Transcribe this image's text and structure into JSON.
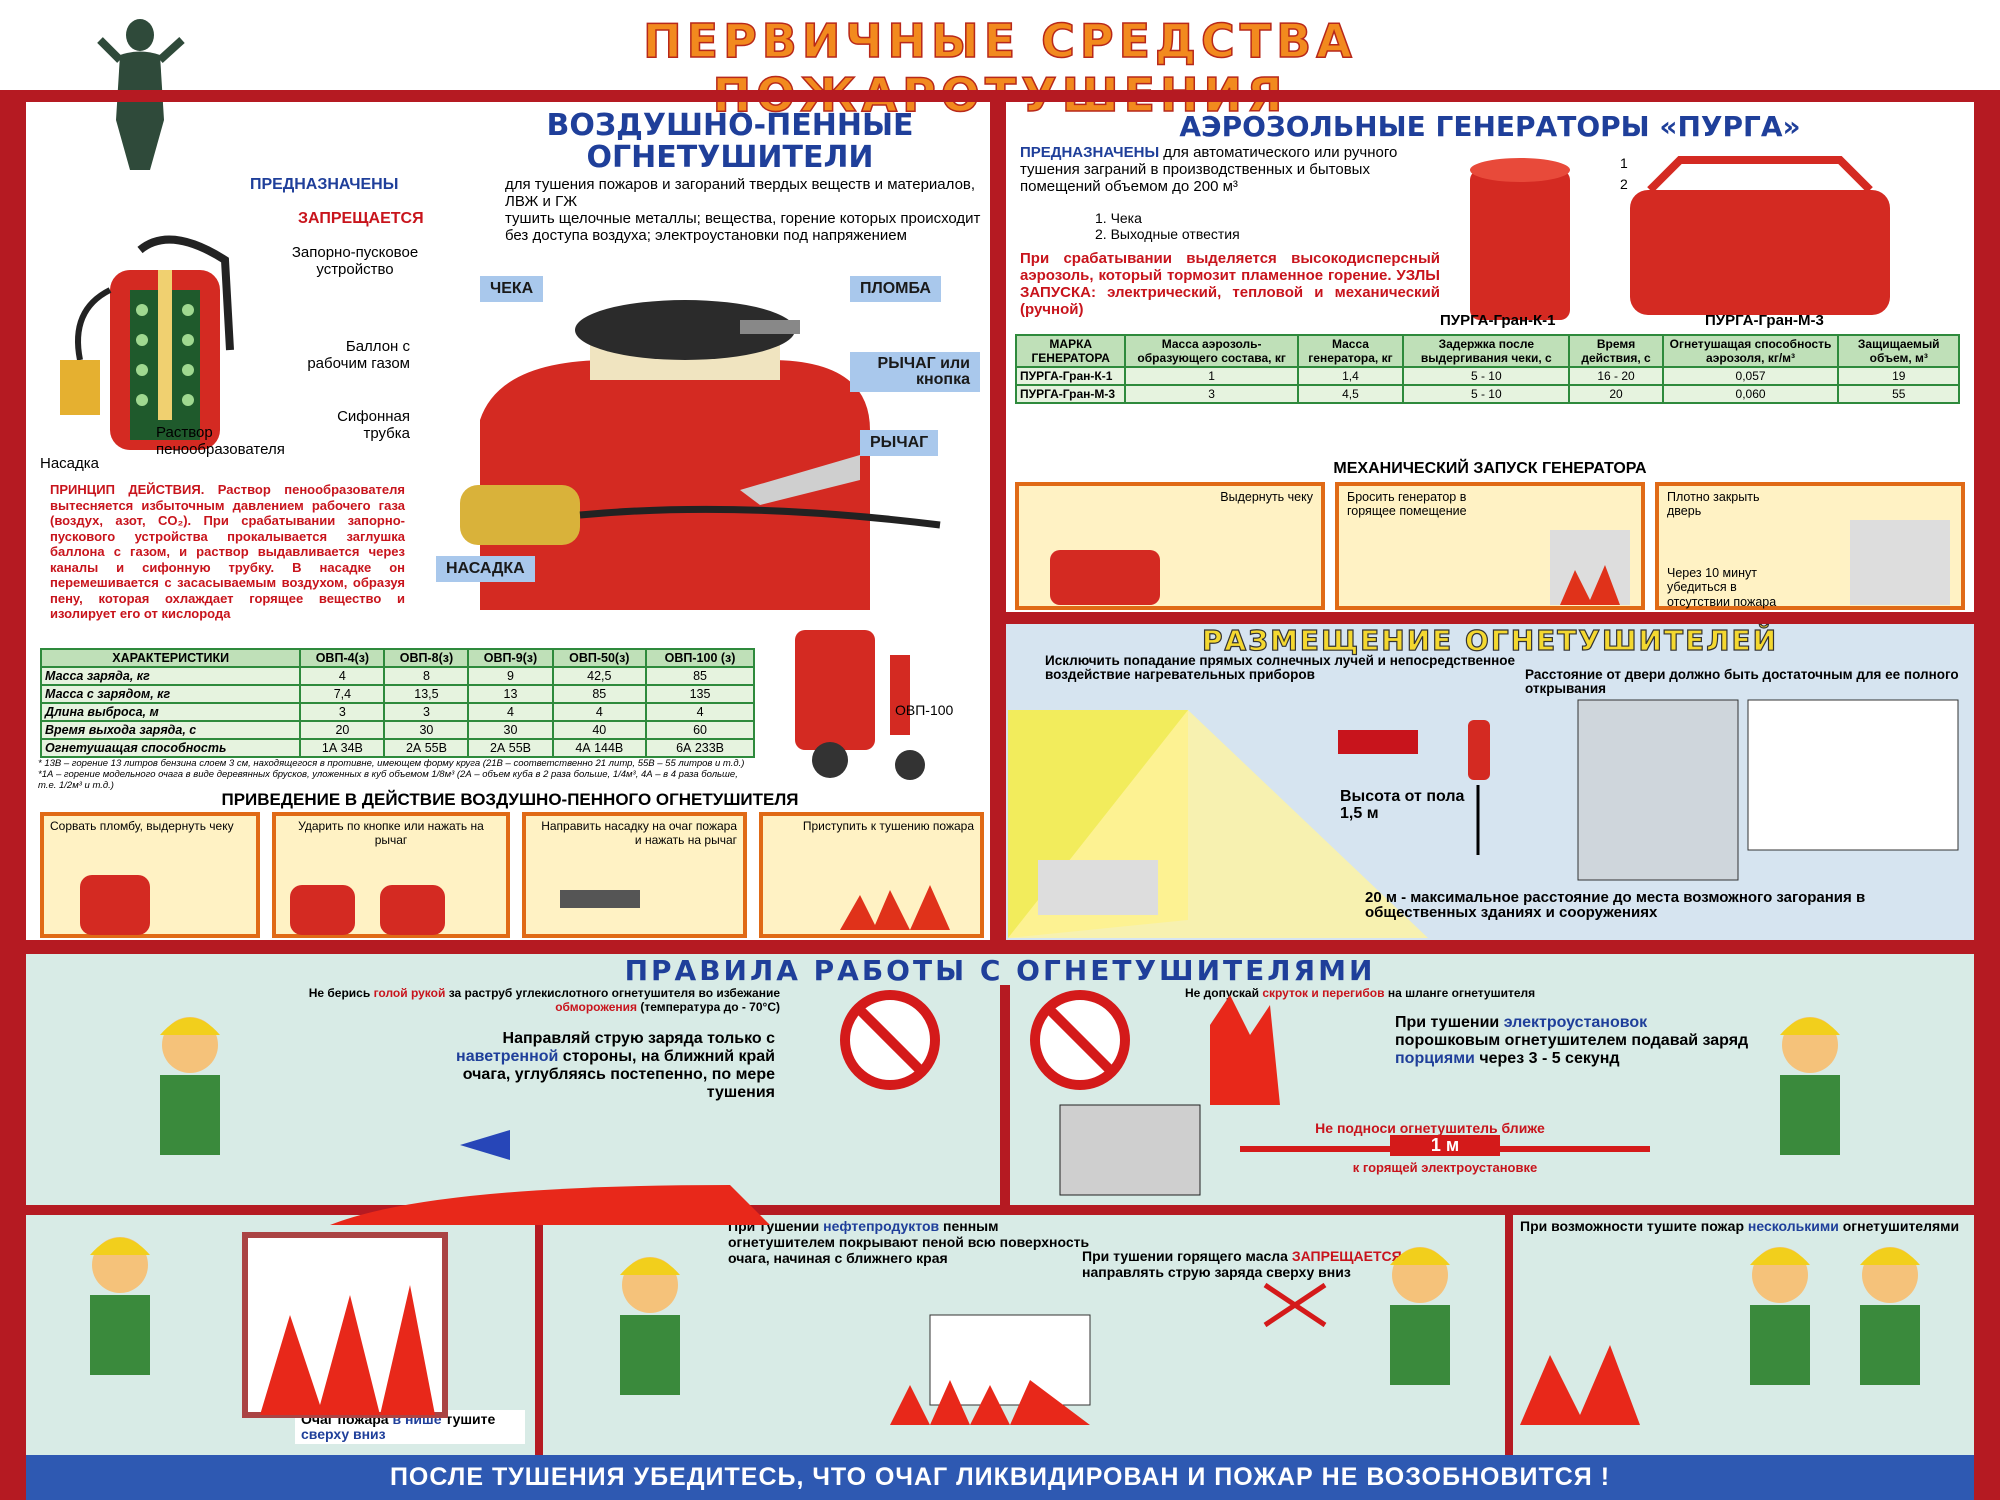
{
  "title": "ПЕРВИЧНЫЕ СРЕДСТВА ПОЖАРОТУШЕНИЯ",
  "left": {
    "title1": "ВОЗДУШНО-ПЕННЫЕ",
    "title2": "ОГНЕТУШИТЕЛИ",
    "purpose_label": "ПРЕДНАЗНАЧЕНЫ",
    "purpose_text": "для тушения пожаров и загораний твердых веществ и материалов, ЛВЖ и ГЖ",
    "forbid_label": "ЗАПРЕЩАЕТСЯ",
    "forbid_text": "тушить щелочные металлы; вещества, горение которых происходит без доступа воздуха; электроустановки под напряжением",
    "labels": {
      "shutoff": "Запорно-пусковое устройство",
      "balloon": "Баллон с рабочим газом",
      "siphon": "Сифонная трубка",
      "solution": "Раствор пенообразователя",
      "nozzle": "Насадка"
    },
    "callouts": {
      "pin": "ЧЕКА",
      "seal": "ПЛОМБА",
      "lever_button": "РЫЧАГ или кнопка",
      "lever": "РЫЧАГ",
      "nozzle": "НАСАДКА"
    },
    "principle_label": "ПРИНЦИП ДЕЙСТВИЯ.",
    "principle_text": "Раствор пенообразователя вытесняется избыточным давлением рабочего газа (воздух, азот, CO₂). При срабатывании запорно-пускового устройства прокалывается заглушка баллона с газом, и раствор выдавливается через каналы и сифонную трубку. В насадке он перемешивается с засасываемым воздухом, образуя пену, которая охлаждает горящее вещество и изолирует его от кислорода",
    "table": {
      "headers": [
        "ХАРАКТЕРИСТИКИ",
        "ОВП-4(з)",
        "ОВП-8(з)",
        "ОВП-9(з)",
        "ОВП-50(з)",
        "ОВП-100 (з)"
      ],
      "rows": [
        [
          "Масса заряда, кг",
          "4",
          "8",
          "9",
          "42,5",
          "85"
        ],
        [
          "Масса с зарядом, кг",
          "7,4",
          "13,5",
          "13",
          "85",
          "135"
        ],
        [
          "Длина выброса, м",
          "3",
          "3",
          "4",
          "4",
          "4"
        ],
        [
          "Время выхода заряда, с",
          "20",
          "30",
          "30",
          "40",
          "60"
        ],
        [
          "Огнетушащая способность",
          "1А 34В",
          "2А 55В",
          "2А 55В",
          "4А 144В",
          "6А 233В"
        ]
      ]
    },
    "ovp_label": "ОВП-100",
    "footnote": "* 13В – горение 13 литров бензина слоем 3 см, находящегося в противне, имеющем форму круга (21В – соответственно 21 литр, 55В – 55 литров и т.д.)   *1А – горение модельного очага в виде деревянных брусков, уложенных в куб объемом 1/8м³ (2А – объем куба в 2 раза больше, 1/4м³, 4А – в 4 раза больше, т.е. 1/2м³ и т.д.)",
    "activation_title": "ПРИВЕДЕНИЕ В ДЕЙСТВИЕ ВОЗДУШНО-ПЕННОГО ОГНЕТУШИТЕЛЯ",
    "steps": [
      "Сорвать пломбу, выдернуть чеку",
      "Ударить по кнопке или нажать на рычаг",
      "Направить насадку на очаг пожара и нажать на рычаг",
      "Приступить к тушению пожара"
    ]
  },
  "right": {
    "title": "АЭРОЗОЛЬНЫЕ ГЕНЕРАТОРЫ «ПУРГА»",
    "purpose_label": "ПРЕДНАЗНАЧЕНЫ",
    "purpose_text": "для автоматического или ручного тушения заграний в производственных и бытовых помещений объемом до 200 м³",
    "items": [
      "1. Чека",
      "2. Выходные отвестия"
    ],
    "red_text": "При срабатывании выделяется высокодисперсный аэрозоль, который тормозит пламенное горение. УЗЛЫ ЗАПУСКА: электрический, тепловой и механический (ручной)",
    "gen1": "ПУРГА-Гран-К-1",
    "gen2": "ПУРГА-Гран-М-3",
    "num1": "1",
    "num2": "2",
    "table": {
      "headers": [
        "МАРКА ГЕНЕРАТОРА",
        "Масса аэрозоль-образующего состава, кг",
        "Масса генератора, кг",
        "Задержка после выдергивания чеки, с",
        "Время действия, с",
        "Огнетушащая способность аэрозоля, кг/м³",
        "Защищаемый объем, м³"
      ],
      "rows": [
        [
          "ПУРГА-Гран-К-1",
          "1",
          "1,4",
          "5 - 10",
          "16 - 20",
          "0,057",
          "19"
        ],
        [
          "ПУРГА-Гран-М-3",
          "3",
          "4,5",
          "5 - 10",
          "20",
          "0,060",
          "55"
        ]
      ]
    },
    "mech_title": "МЕХАНИЧЕСКИЙ ЗАПУСК ГЕНЕРАТОРА",
    "mech_steps": [
      "Выдернуть чеку",
      "Бросить генератор в горящее помещение",
      "Плотно закрыть дверь"
    ],
    "mech_note": "Через 10 минут убедиться в отсутствии пожара"
  },
  "placement": {
    "title": "РАЗМЕЩЕНИЕ ОГНЕТУШИТЕЛЕЙ",
    "note1": "Исключить попадание прямых солнечных лучей и непосредственное воздействие нагревательных приборов",
    "note2": "Расстояние от двери должно быть достаточным для ее полного открывания",
    "height": "Высота от пола 1,5 м",
    "distance": "20 м - максимальное расстояние до места возможного загорания в общественных зданиях и сооружениях"
  },
  "rules": {
    "title": "ПРАВИЛА РАБОТЫ С ОГНЕТУШИТЕЛЯМИ",
    "r1_pre": "Не берись ",
    "r1_hl": "голой рукой",
    "r1_mid": " за раструб углекислотного огнетушителя во избежание ",
    "r1_hl2": "обморожения",
    "r1_post": " (температура до - 70°С)",
    "r2_pre": "Направляй струю заряда только с ",
    "r2_hl": "наветренной",
    "r2_post": " стороны, на ближний край очага, углубляясь постепенно, по мере тушения",
    "r3_pre": "Не допускай ",
    "r3_hl": "скруток и перегибов",
    "r3_post": " на шланге огнетушителя",
    "r4_pre": "При тушении ",
    "r4_hl": "электроустановок",
    "r4_mid": " порошковым огнетушителем подавай заряд ",
    "r4_hl2": "порциями",
    "r4_post": " через 3 - 5 секунд",
    "r5a": "Не подноси огнетушитель ближе",
    "r5b": "1 м",
    "r5c": "к горящей электроустановке",
    "r6_pre": "Очаг пожара ",
    "r6_hl": "в нише",
    "r6_mid": " тушите ",
    "r6_hl2": "сверху вниз",
    "r7_pre": "При тушении ",
    "r7_hl": "нефтепродуктов",
    "r7_post": " пенным огнетушителем покрывают пеной всю поверхность очага, начиная с ближнего края",
    "r8_pre": "При тушении горящего масла ",
    "r8_hl": "ЗАПРЕЩАЕТСЯ",
    "r8_post": " направлять струю заряда сверху вниз",
    "r9_pre": "При возможности тушите пожар ",
    "r9_hl": "несколькими",
    "r9_post": " огнетушителями"
  },
  "footer": "ПОСЛЕ ТУШЕНИЯ УБЕДИТЕСЬ, ЧТО ОЧАГ ЛИКВИДИРОВАН И ПОЖАР НЕ ВОЗОБНОВИТСЯ !"
}
